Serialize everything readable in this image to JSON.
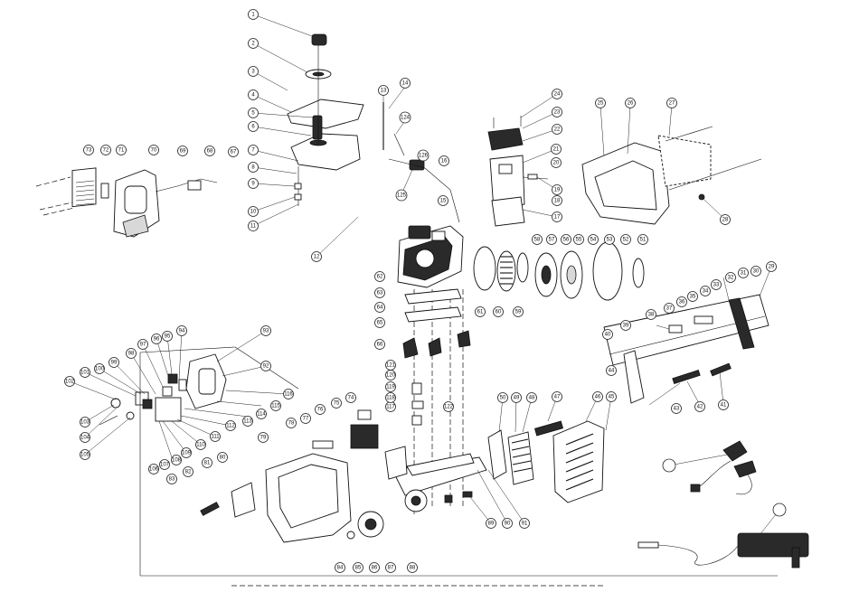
{
  "diagram": {
    "title": "",
    "callouts": {
      "c1": "1",
      "c2": "2",
      "c3": "3",
      "c4": "4",
      "c5": "5",
      "c6": "6",
      "c7": "7",
      "c8": "8",
      "c9": "9",
      "c10": "10",
      "c11": "11",
      "c12": "12",
      "c13": "13",
      "c14": "14",
      "c15": "15",
      "c16": "16",
      "c17": "17",
      "c18": "18",
      "c19": "19",
      "c20": "20",
      "c21": "21",
      "c22": "22",
      "c23": "23",
      "c24": "24",
      "c25": "25",
      "c26": "26",
      "c27": "27",
      "c28": "28",
      "c29": "29",
      "c30": "30",
      "c31": "31",
      "c32": "32",
      "c33": "33",
      "c34": "34",
      "c35": "35",
      "c36": "36",
      "c37": "37",
      "c38": "38",
      "c39": "39",
      "c40": "40",
      "c41": "41",
      "c42": "42",
      "c43": "43",
      "c44": "44",
      "c45": "45",
      "c46": "46",
      "c47": "47",
      "c48": "48",
      "c49": "49",
      "c50": "50",
      "c51": "51",
      "c52": "52",
      "c53": "53",
      "c54": "54",
      "c55": "55",
      "c56": "56",
      "c57": "57",
      "c58": "58",
      "c59": "59",
      "c60": "60",
      "c61": "61",
      "c62": "62",
      "c63": "63",
      "c64": "64",
      "c65": "65",
      "c66": "66",
      "c67": "67",
      "c68": "68",
      "c69": "69",
      "c70": "70",
      "c71": "71",
      "c72": "72",
      "c73": "73",
      "c74": "74",
      "c75": "75",
      "c76": "76",
      "c77": "77",
      "c78": "78",
      "c79": "79",
      "c80": "80",
      "c81": "81",
      "c82": "82",
      "c83": "83",
      "c84": "84",
      "c85": "85",
      "c86": "86",
      "c87": "87",
      "c88": "88",
      "c89": "89",
      "c90": "90",
      "c91": "91",
      "c92": "92",
      "c93": "93",
      "c94": "94",
      "c95": "95",
      "c96": "96",
      "c97": "97",
      "c98": "98",
      "c99": "99",
      "c100": "100",
      "c101": "101",
      "c102": "102",
      "c103": "103",
      "c104": "104",
      "c105": "105",
      "c106": "106",
      "c107": "107",
      "c108": "108",
      "c109": "109",
      "c110": "110",
      "c111": "111",
      "c112": "112",
      "c113": "113",
      "c114": "114",
      "c115": "115",
      "c116": "116",
      "c117": "117",
      "c118": "118",
      "c119": "119",
      "c120": "120",
      "c121": "121",
      "c122": "122",
      "c124": "124",
      "c125": "125",
      "c126": "126",
      "cA": "",
      "cB": ""
    }
  }
}
